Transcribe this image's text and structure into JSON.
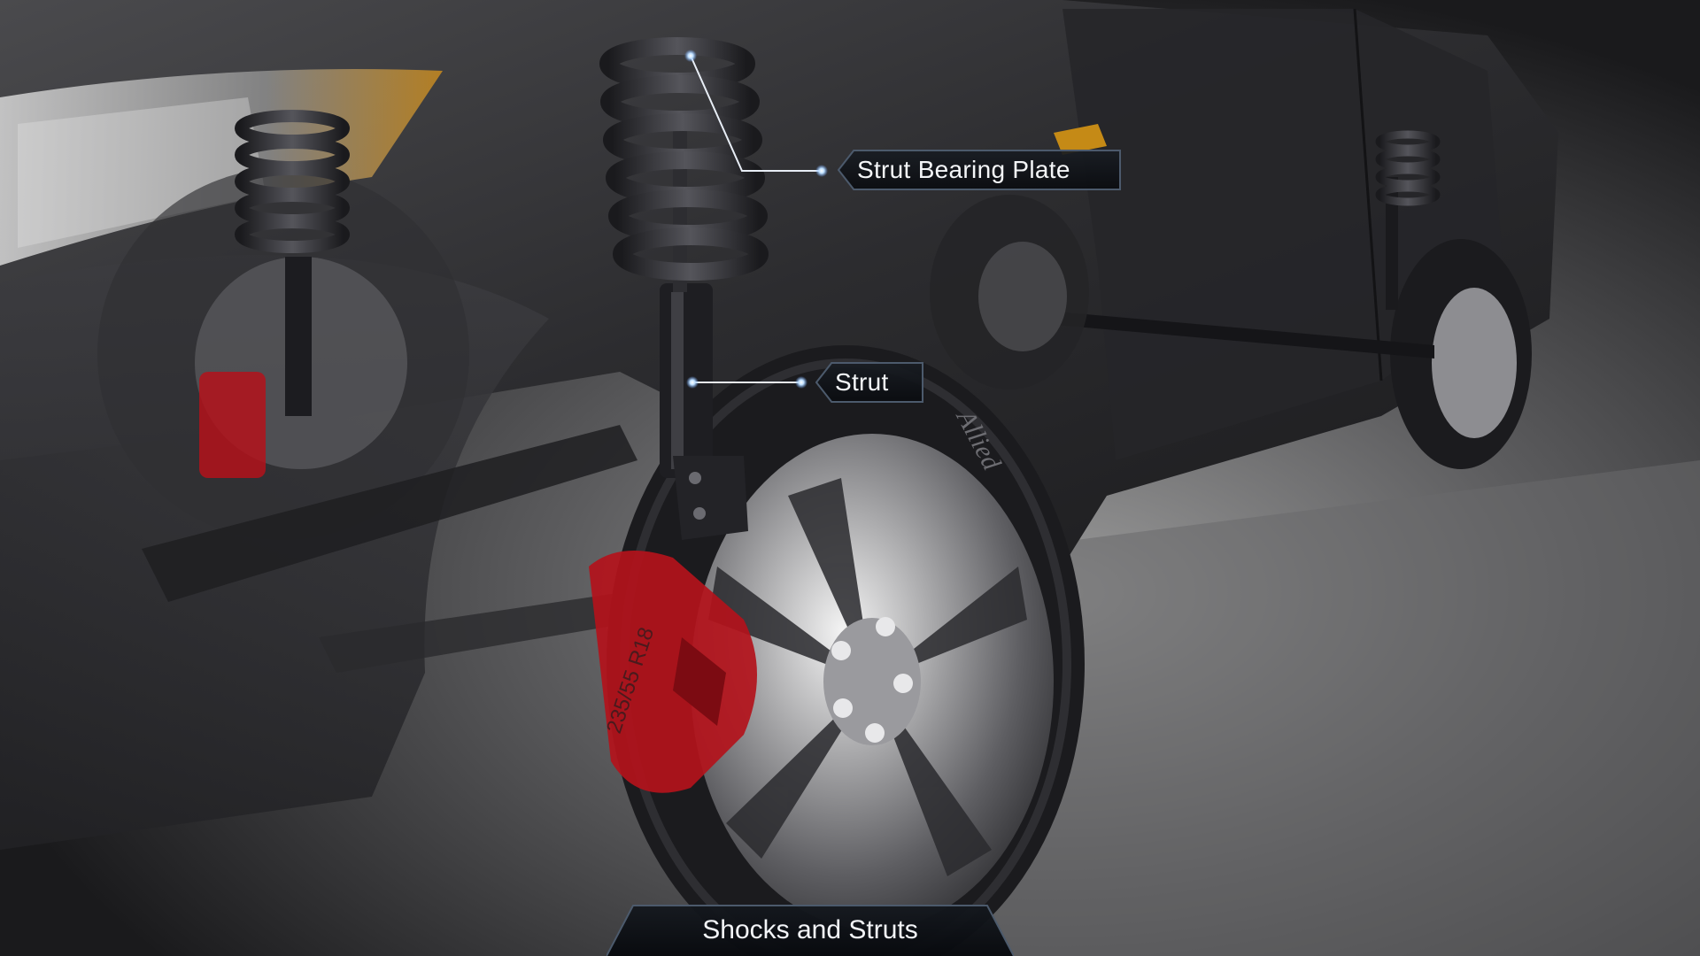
{
  "labels": {
    "bearing_plate": "Strut Bearing Plate",
    "strut": "Strut"
  },
  "caption": "Shocks and Struts",
  "tire": {
    "brand": "Allied",
    "size": "235/55 R18"
  },
  "colors": {
    "caliper": "#b3121b",
    "callout_border": "#4c5a6c",
    "leader_line": "#e8eef6",
    "background": "#1c1c1e"
  }
}
